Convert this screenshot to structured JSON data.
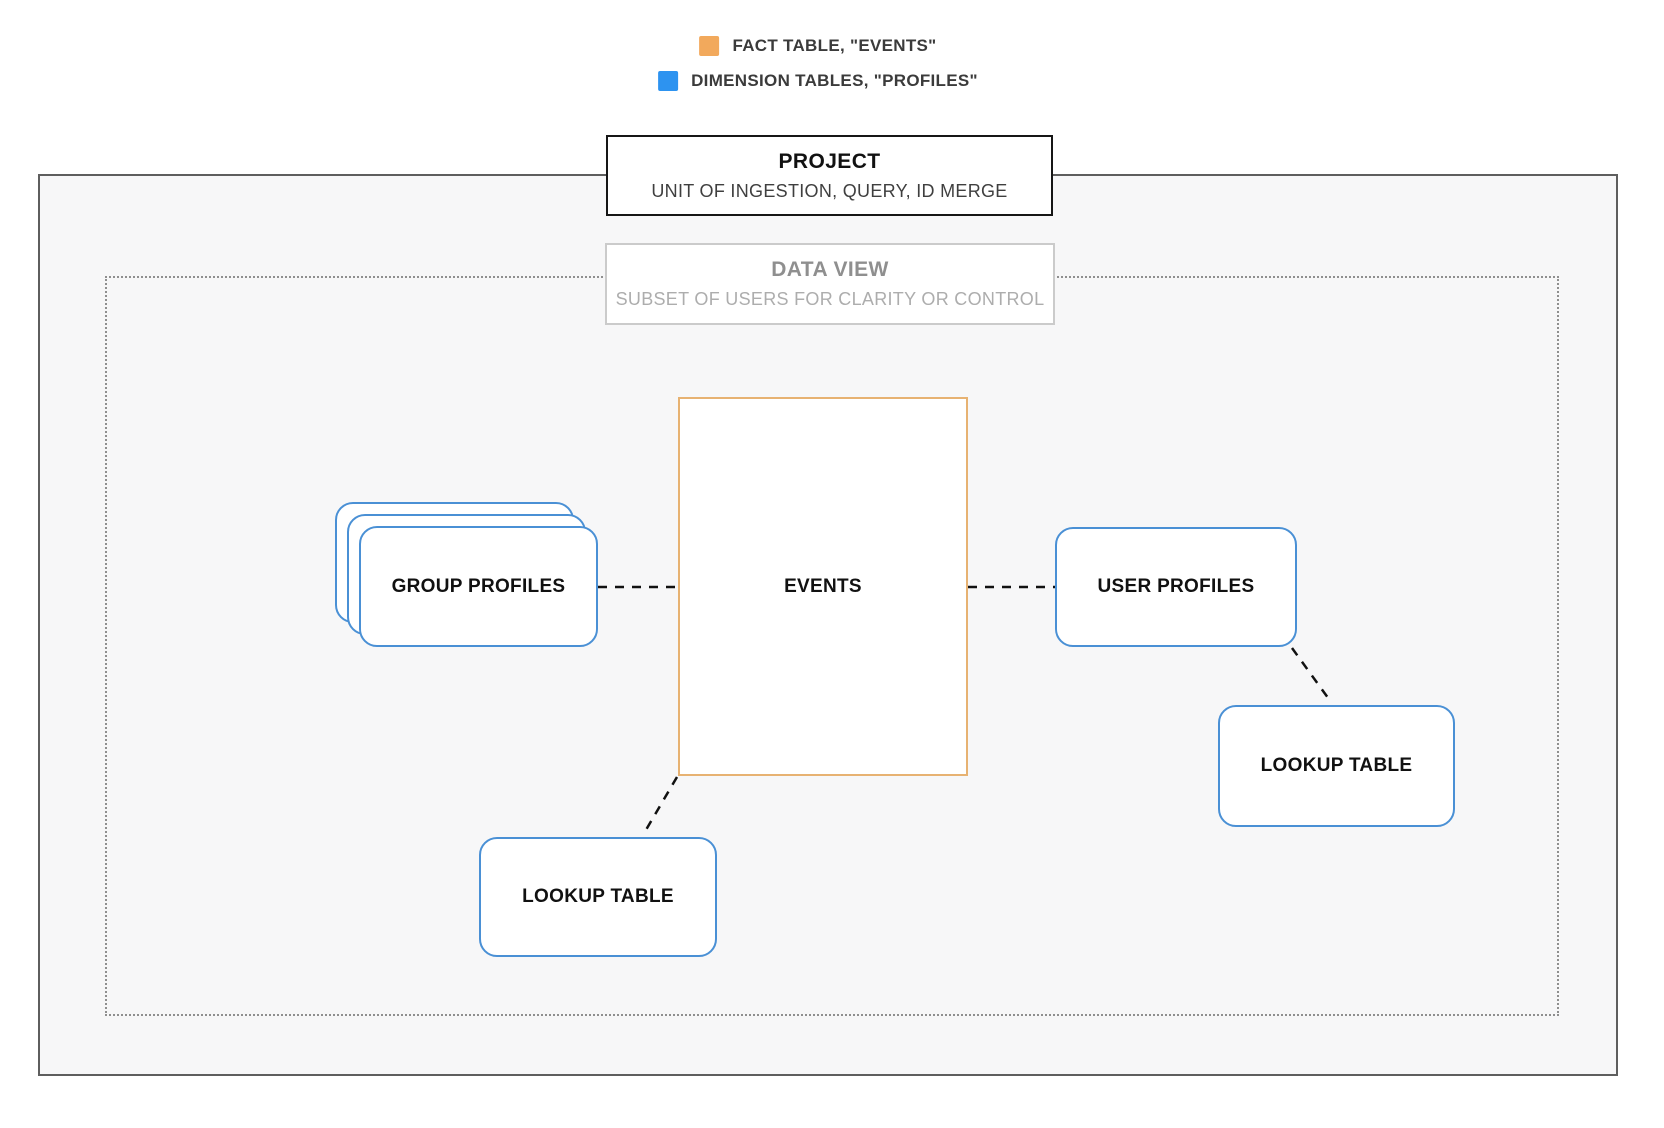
{
  "legend": {
    "items": [
      {
        "name": "fact",
        "label": "FACT TABLE, \"EVENTS\"",
        "color": "#F2A95C"
      },
      {
        "name": "dimension",
        "label": "DIMENSION TABLES, \"PROFILES\"",
        "color": "#2D93F0"
      }
    ]
  },
  "project": {
    "title": "PROJECT",
    "subtitle": "UNIT OF INGESTION, QUERY, ID MERGE"
  },
  "data_view": {
    "title": "DATA VIEW",
    "subtitle": "SUBSET OF USERS FOR CLARITY OR CONTROL"
  },
  "nodes": {
    "events": {
      "label": "EVENTS",
      "type": "fact"
    },
    "group_profiles": {
      "label": "GROUP PROFILES",
      "type": "dimension",
      "stacked": true
    },
    "user_profiles": {
      "label": "USER PROFILES",
      "type": "dimension"
    },
    "lookup_table_right": {
      "label": "LOOKUP TABLE",
      "type": "dimension"
    },
    "lookup_table_bottom": {
      "label": "LOOKUP TABLE",
      "type": "dimension"
    }
  },
  "edges": [
    {
      "from": "group_profiles",
      "to": "events",
      "style": "dashed"
    },
    {
      "from": "events",
      "to": "user_profiles",
      "style": "dashed"
    },
    {
      "from": "user_profiles",
      "to": "lookup_table_right",
      "style": "dashed"
    },
    {
      "from": "events",
      "to": "lookup_table_bottom",
      "style": "dashed"
    }
  ],
  "colors": {
    "fact_border": "#E7B272",
    "dimension_border": "#4A90D5",
    "edge": "#111111"
  }
}
